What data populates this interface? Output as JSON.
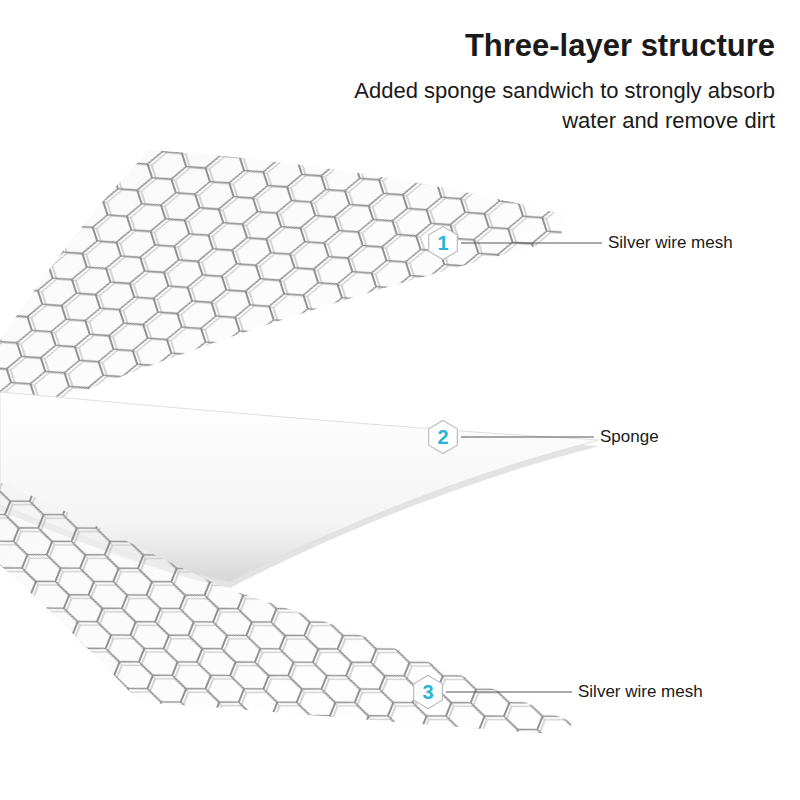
{
  "diagram": {
    "title": "Three-layer structure",
    "caption": "Added sponge sandwich to strongly absorb water and remove dirt",
    "nodes": [
      {
        "text": [
          "1"
        ]
      },
      {
        "text": [
          "2"
        ]
      },
      {
        "text": [
          "3"
        ]
      }
    ],
    "labels": [
      "Silver wire mesh",
      "Sponge",
      "Silver wire mesh"
    ]
  }
}
